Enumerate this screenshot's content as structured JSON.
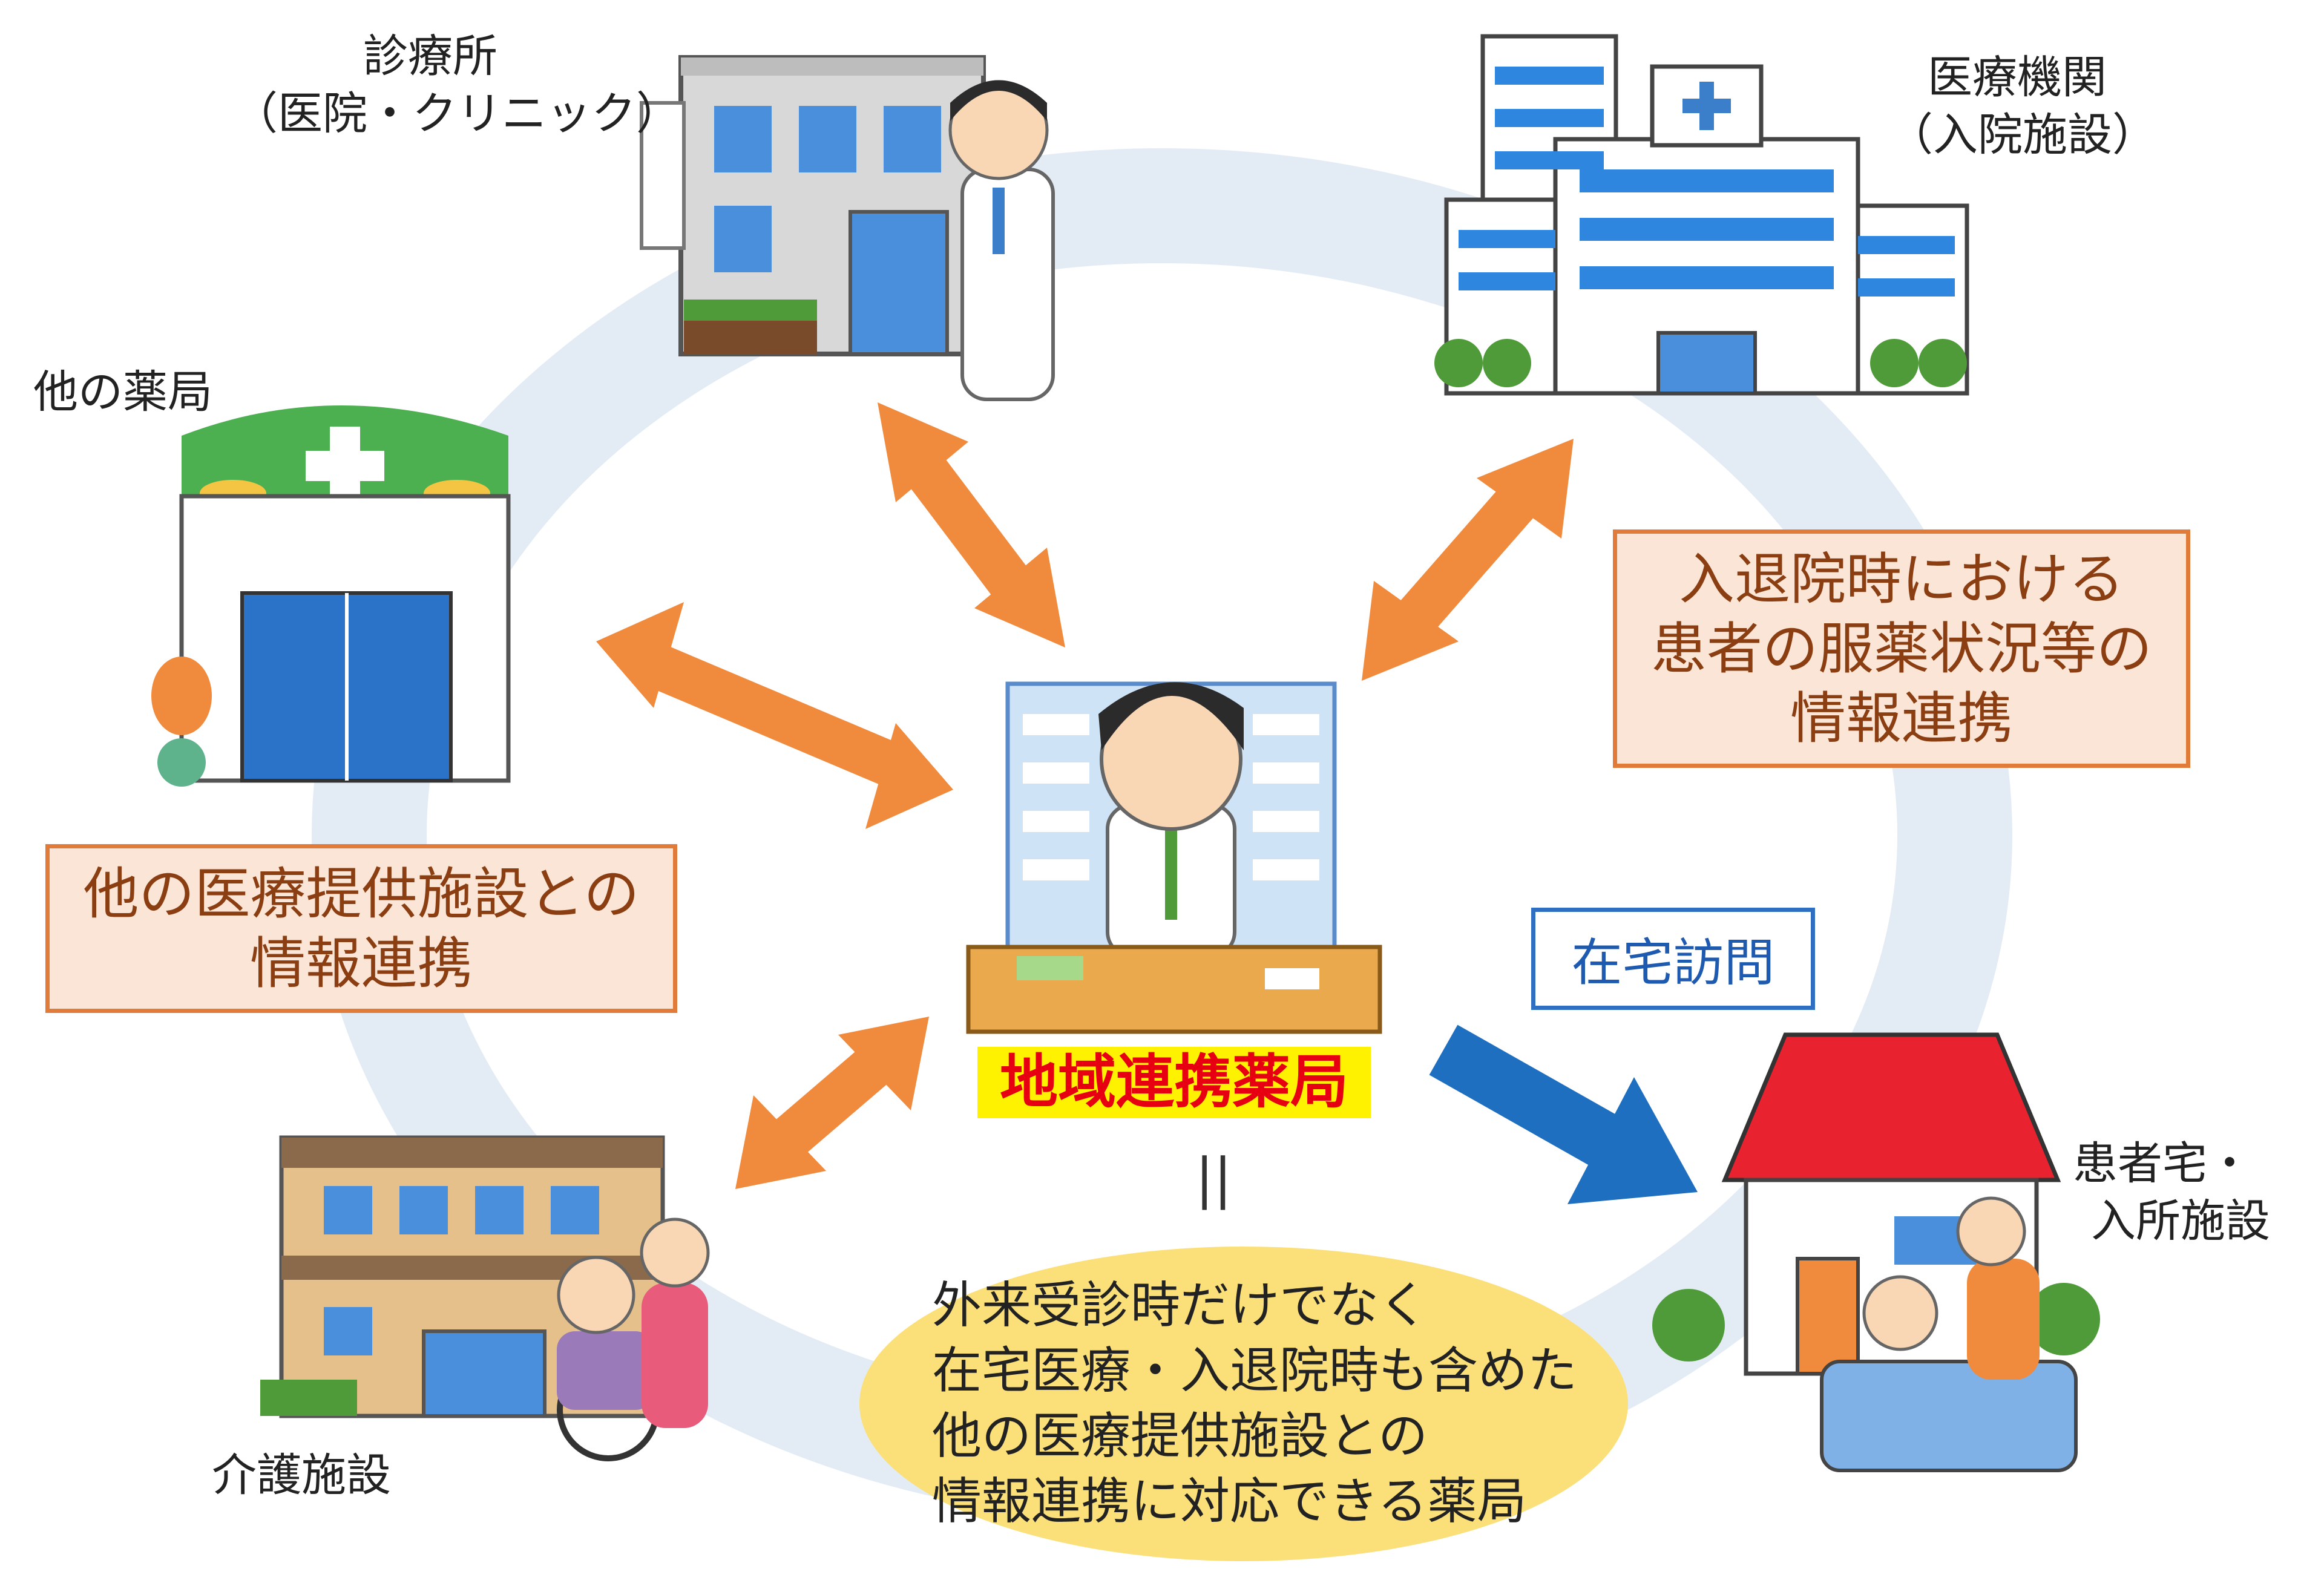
{
  "facilities": {
    "clinic": {
      "name": "診療所",
      "sub": "（医院・クリニック）"
    },
    "hospital": {
      "name": "医療機関",
      "sub": "（入院施設）"
    },
    "other_pharmacy": {
      "name": "他の薬局"
    },
    "care_facility": {
      "name": "介護施設"
    },
    "patient_home": {
      "name": "患者宅・",
      "sub": "入所施設"
    }
  },
  "boxes": {
    "admission_info": [
      "入退院時における",
      "患者の服薬状況等の",
      "情報連携"
    ],
    "other_facilities_info": [
      "他の医療提供施設との",
      "情報連携"
    ]
  },
  "home_visit_label": "在宅訪問",
  "central_label": "地域連携薬局",
  "equals_sign": "||",
  "definition": [
    "外来受診時だけでなく",
    "在宅医療・入退院時も含めた",
    "他の医療提供施設との",
    "情報連携に対応できる薬局"
  ],
  "colors": {
    "orange_arrow": "#f08a3c",
    "blue_arrow": "#1f6fc0",
    "ring": "#e3ecf5",
    "box_fill": "#fbe5d6",
    "box_border": "#e07b39",
    "highlight_yellow": "#fff200",
    "central_red": "#e60012",
    "ellipse_yellow": "#fbe07a"
  }
}
